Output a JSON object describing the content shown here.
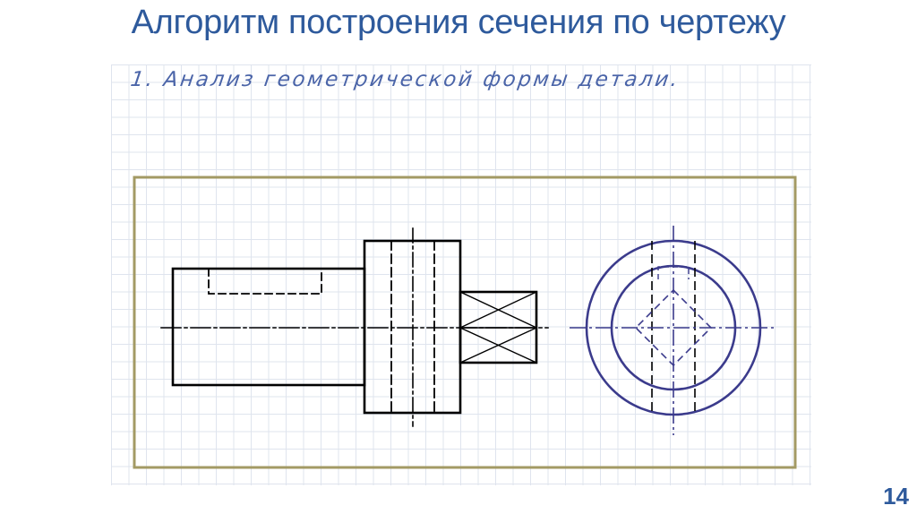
{
  "slide": {
    "title": "Алгоритм построения сечения по чертежу",
    "step": "1. Анализ геометрической формы детали.",
    "page_number": "14"
  },
  "colors": {
    "title": "#2e5a9c",
    "step_text": "#4a64a8",
    "frame": "#a39a64",
    "outline": "#000000",
    "circles": "#3b3b8c",
    "grid": "#dfe4ee"
  }
}
